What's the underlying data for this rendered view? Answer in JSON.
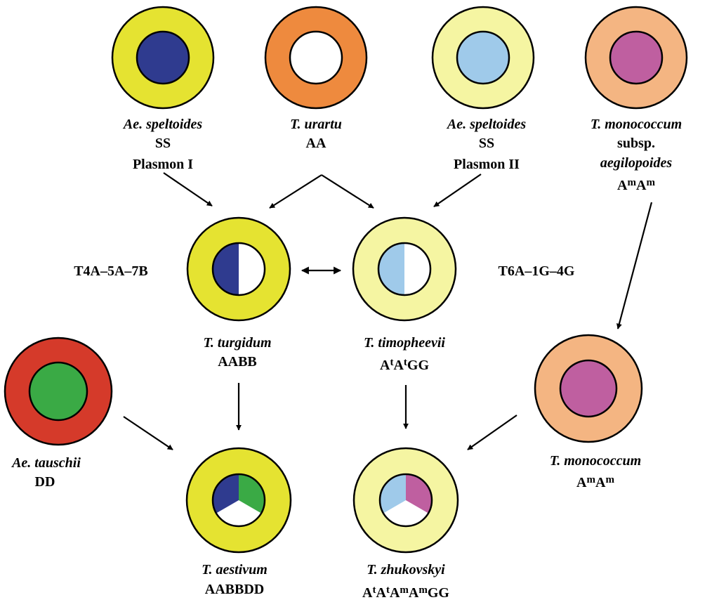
{
  "colors": {
    "yellow": "#e5e331",
    "pale_yellow": "#f5f5a2",
    "orange": "#ee8a3e",
    "peach": "#f4b582",
    "red": "#d53a2a",
    "dark_blue": "#2f3b8f",
    "light_blue": "#9fcaea",
    "magenta": "#bf5fa0",
    "green": "#3aaa45",
    "white": "#ffffff"
  },
  "nodes": {
    "speltoides1": {
      "line1": "Ae. speltoides",
      "line2": "SS",
      "line3": "Plasmon I"
    },
    "urartu": {
      "line1": "T. urartu",
      "line2": "AA"
    },
    "speltoides2": {
      "line1": "Ae. speltoides",
      "line2": "SS",
      "line3": "Plasmon II"
    },
    "aegilopoides": {
      "line1": "T. monococcum",
      "line2": "subsp.",
      "line3": "aegilopoides",
      "genome": [
        "A",
        "m",
        "A",
        "m"
      ]
    },
    "turgidum": {
      "line1": "T. turgidum",
      "line2": "AABB",
      "translocation": "T4A–5A–7B"
    },
    "timopheevii": {
      "line1": "T. timopheevii",
      "genome": [
        "A",
        "t",
        "A",
        "t",
        "GG"
      ],
      "translocation": "T6A–1G–4G"
    },
    "tauschii": {
      "line1": "Ae. tauschii",
      "line2": "DD"
    },
    "monococcum": {
      "line1": "T. monococcum",
      "genome": [
        "A",
        "m",
        "A",
        "m"
      ]
    },
    "aestivum": {
      "line1": "T. aestivum",
      "line2": "AABBDD"
    },
    "zhukovskyi": {
      "line1": "T. zhukovskyi",
      "genome": [
        "A",
        "t",
        "A",
        "t",
        "A",
        "m",
        "A",
        "m",
        "GG"
      ]
    }
  }
}
